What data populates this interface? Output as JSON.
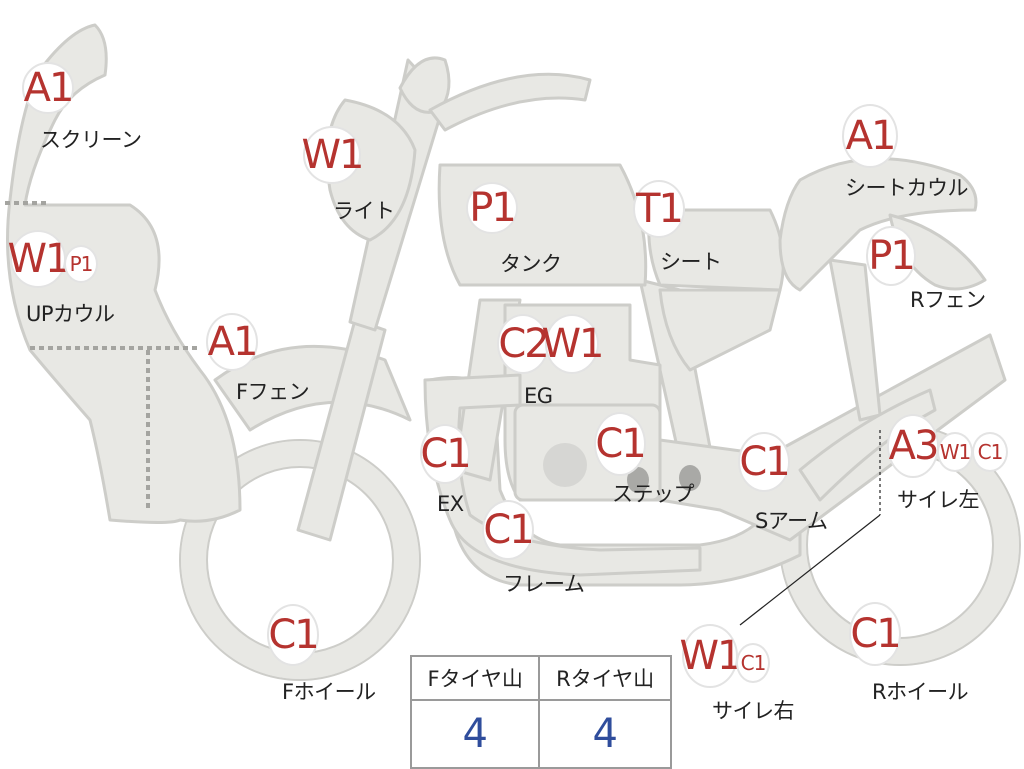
{
  "parts": [
    {
      "id": "screen",
      "label": "スクリーン",
      "codes": [
        "A1"
      ]
    },
    {
      "id": "light",
      "label": "ライト",
      "codes": [
        "W1"
      ]
    },
    {
      "id": "tank",
      "label": "タンク",
      "codes": [
        "P1"
      ]
    },
    {
      "id": "seat",
      "label": "シート",
      "codes": [
        "T1"
      ]
    },
    {
      "id": "seat-cowl",
      "label": "シートカウル",
      "codes": [
        "A1"
      ]
    },
    {
      "id": "up-cowl",
      "label": "UPカウル",
      "codes": [
        "W1",
        "P1"
      ]
    },
    {
      "id": "r-fender",
      "label": "Rフェン",
      "codes": [
        "P1"
      ]
    },
    {
      "id": "f-fender",
      "label": "Fフェン",
      "codes": [
        "A1"
      ]
    },
    {
      "id": "engine",
      "label": "EG",
      "codes": [
        "C2",
        "W1"
      ]
    },
    {
      "id": "exhaust",
      "label": "EX",
      "codes": [
        "C1"
      ]
    },
    {
      "id": "step",
      "label": "ステップ",
      "codes": [
        "C1"
      ]
    },
    {
      "id": "swing-arm",
      "label": "Sアーム",
      "codes": [
        "C1"
      ]
    },
    {
      "id": "muffler-left",
      "label": "サイレ左",
      "codes": [
        "A3",
        "W1",
        "C1"
      ]
    },
    {
      "id": "frame",
      "label": "フレーム",
      "codes": [
        "C1"
      ]
    },
    {
      "id": "f-wheel",
      "label": "Fホイール",
      "codes": [
        "C1"
      ]
    },
    {
      "id": "muffler-right",
      "label": "サイレ右",
      "codes": [
        "W1",
        "C1"
      ]
    },
    {
      "id": "r-wheel",
      "label": "Rホイール",
      "codes": [
        "C1"
      ]
    }
  ],
  "tire_table": {
    "headers": [
      "Fタイヤ山",
      "Rタイヤ山"
    ],
    "values": [
      "4",
      "4"
    ]
  },
  "colors": {
    "body_fill": "#e8e8e4",
    "body_stroke": "#c9c9c5",
    "code_text": "#b5332f",
    "value_text": "#2f4d9c"
  }
}
